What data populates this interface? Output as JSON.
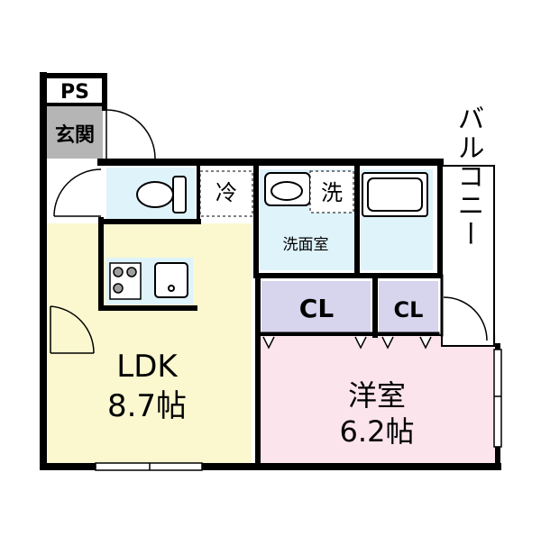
{
  "labels": {
    "ps": "PS",
    "entrance": "玄関",
    "fridge": "冷",
    "washer": "洗",
    "washroom": "洗面室",
    "closet_1": "CL",
    "closet_2": "CL",
    "balcony": "バルコニー",
    "ldk_name": "LDK",
    "ldk_size": "8.7帖",
    "western_name": "洋室",
    "western_size": "6.2帖"
  },
  "colors": {
    "ldk_floor": "#fbf8d0",
    "western_floor": "#fce4ec",
    "closet_floor": "#d7d4ee",
    "water_area": "#dff3fb",
    "entrance_floor": "#b5b5b5",
    "wall": "#000000"
  },
  "icons": [
    "toilet-icon",
    "washbasin-icon",
    "bathtub-icon",
    "stove-icon",
    "sink-icon",
    "door-swing-icon"
  ]
}
